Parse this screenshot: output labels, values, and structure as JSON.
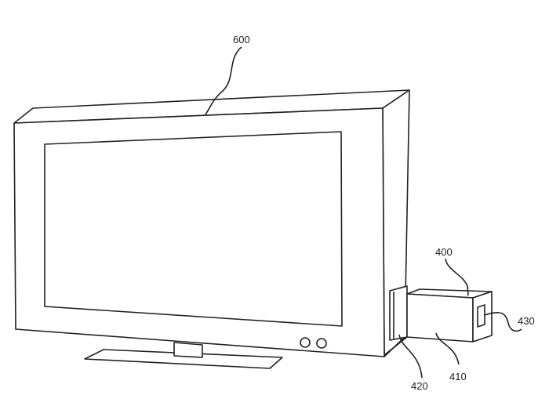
{
  "figure": {
    "labels": {
      "tv": "600",
      "device": "400",
      "device_body": "410",
      "connector": "420",
      "port": "430"
    }
  }
}
